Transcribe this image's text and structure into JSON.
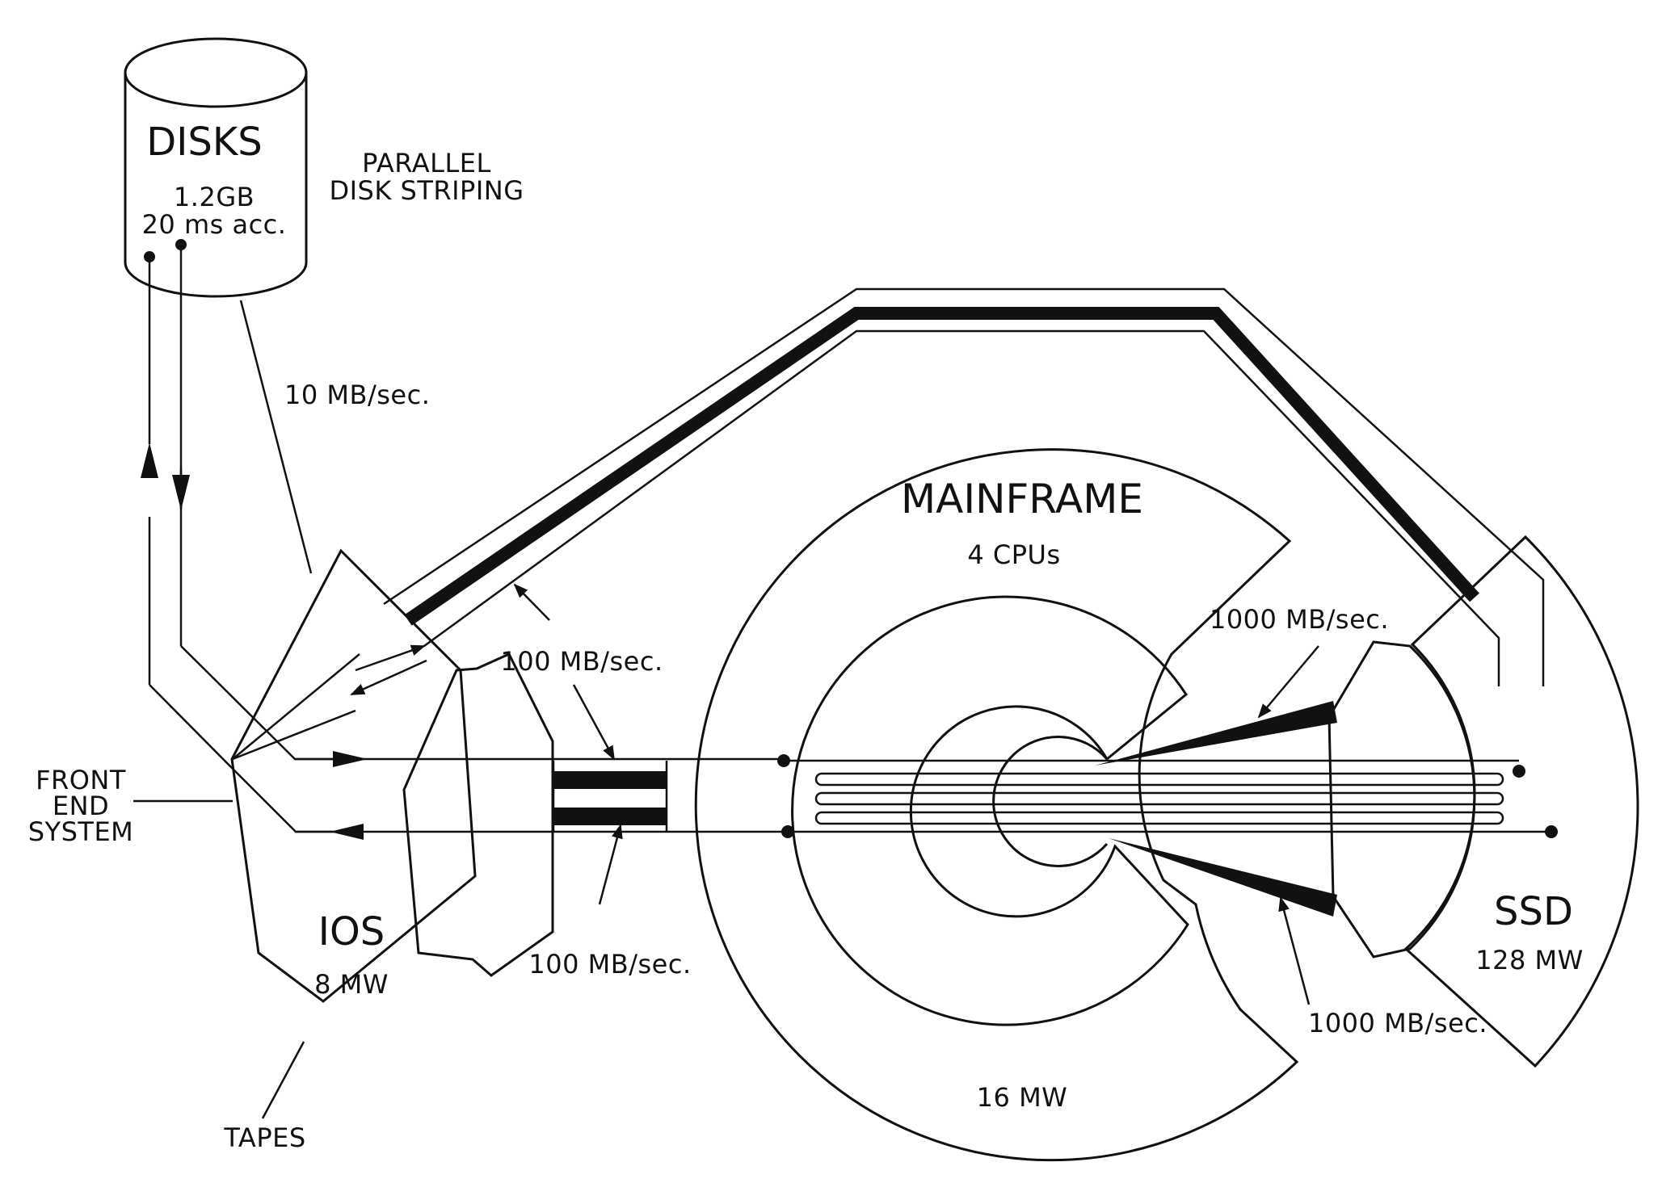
{
  "disks": {
    "title": "DISKS",
    "capacity": "1.2GB",
    "access": "20 ms acc."
  },
  "striping": {
    "line1": "PARALLEL",
    "line2": "DISK STRIPING"
  },
  "mainframe": {
    "title": "MAINFRAME",
    "cpus": "4 CPUs",
    "memory": "16 MW"
  },
  "ios": {
    "title": "IOS",
    "memory": "8 MW"
  },
  "ssd": {
    "title": "SSD",
    "memory": "128 MW"
  },
  "front_end": {
    "line1": "FRONT",
    "line2": "END",
    "line3": "SYSTEM"
  },
  "tapes": "TAPES",
  "rates": {
    "disk_ios": "10 MB/sec.",
    "ios_ssd": "100 MB/sec.",
    "ios_mainframe_lower": "100 MB/sec.",
    "mainframe_ssd_upper": "1000 MB/sec.",
    "mainframe_ssd_lower": "1000 MB/sec."
  },
  "colors": {
    "ink": "#111111",
    "paper": "#ffffff"
  }
}
